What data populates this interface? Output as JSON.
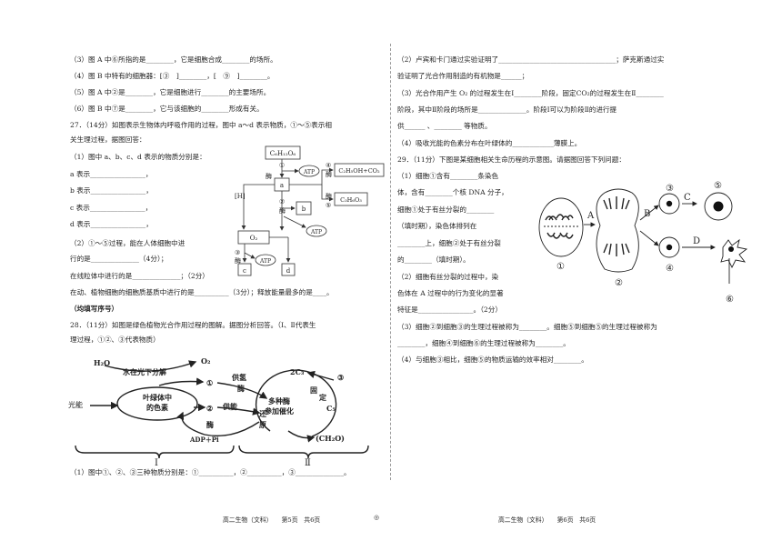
{
  "left": {
    "q26_3": "（3）图 A 中⑥所指的是________，它是细胞合成________的场所。",
    "q26_4": "（4）图 B 中特有的细胞器：[③　]________，[　⑨　]________。",
    "q26_5": "（5）图 A 中②是________，它是细胞进行________的主要场所。",
    "q26_6": "（6）图 B 中⑦是________，它与该细胞的________形成有关。",
    "q27_intro1": "27．（14分）如图表示生物体内呼吸作用的过程，图中 a～d 表示物质，①～⑤表示相",
    "q27_intro2": "关生理过程，据图回答：",
    "q27_1": "（1）图中 a、b、c、d 表示的物质分别是：",
    "q27_a": "a 表示________________，",
    "q27_b": "b 表示________________，",
    "q27_c": "c 表示________________，",
    "q27_d": "d 表示________________，",
    "q27_2a": "（2）①～⑤过程，能在人体细胞中进",
    "q27_2b": "行的是______________（4分）；",
    "q27_2c": "在线粒体中进行的是______________；（2分）",
    "q27_2d": "在动、植物细胞的细胞质基质中进行的是__________（3分）；释放能量最多的是____。",
    "q27_note": "（均填写序号）",
    "q28_intro1": "28．（11分）如图是绿色植物光合作用过程的图解。据图分析回答。（Ⅰ、Ⅱ代表生",
    "q28_intro2": "理过程，①②、③代表物质）",
    "q28_1": "（1）图中①、②、③三种物质分别是：①__________，②__________，③______________。",
    "footer": "高二生物（文科）　　第5页　共6页"
  },
  "right": {
    "q28_2a": "（2）卢宾和卡门通过实验证明了__________________________________；萨克斯通过实",
    "q28_2b": "验证明了光合作用制造的有机物是______；",
    "q28_3a": "（3）光合作用产生 O₂ 的过程发生在Ⅰ________阶段，固定CO₂的过程发生在Ⅱ________",
    "q28_3b": "阶段，其中Ⅱ阶段的场所是______________。阶段Ⅰ可以为阶段Ⅱ的进行提",
    "q28_3c": "供______ 、________ 等物质。",
    "q28_4": "（4）吸收光能的色素分布在叶绿体的____________薄膜上。",
    "q29_intro": "29．（11分）下图是某细胞相关生命历程的示意图。请据图回答下列问题：",
    "q29_1a": "（1）细胞①含有________条染色",
    "q29_1b": "体，含有________个核 DNA 分子，",
    "q29_1c": "细胞①处于有丝分裂的________",
    "q29_1d": "（填时期），染色体排列在",
    "q29_1e": "________上，细胞②处于有丝分裂",
    "q29_1f": "的________（填时期）。",
    "q29_2a": "（2）细胞有丝分裂的过程中，染",
    "q29_2b": "色体在 A 过程中的行为变化的显著",
    "q29_2c": "特征是________________。（2分）",
    "q29_3a": "（3）细胞②到细胞③的生理过程被称为________。细胞⑤到细胞⑤的生理过程被称为",
    "q29_3b": "________，细胞④到细胞⑥的生理过程被称为________。",
    "q29_4": "（4）与细胞③相比，细胞⑤的物质运输的效率相对________。",
    "footer": "高二生物（文科）　　第6页　共6页"
  },
  "footer_mark": "◎",
  "fig27": {
    "glucose": "C₆H₁₂O₆",
    "n1": "①",
    "n2": "②",
    "n3": "③",
    "n4": "④",
    "n5": "⑤",
    "enzyme": "酶",
    "a": "a",
    "b": "b",
    "c": "c",
    "d": "d",
    "H": "[H]",
    "O2": "O₂",
    "ATP": "ATP",
    "alcohol": "C₂H₅OH+CO₂",
    "lactic": "C₃H₆O₃"
  },
  "fig28": {
    "h2o": "H₂O",
    "split": "水在光下分解",
    "o2": "O₂",
    "c1": "①",
    "c2": "②",
    "c3": "③",
    "light": "光能",
    "pigment1": "叶绿体中",
    "pigment2": "的色素",
    "supply_h": "供氢",
    "supply_e": "供能",
    "enzyme": "酶",
    "adp": "ADP＋Pi",
    "c3mol": "2C₃",
    "fix1": "固",
    "fix2": "定",
    "c5": "C₅",
    "multi1": "多种酶",
    "multi2": "参加催化",
    "reduce1": "还",
    "reduce2": "原",
    "ch2o": "(CH₂O)",
    "stage1": "Ⅰ",
    "stage2": "Ⅱ"
  },
  "fig29": {
    "A": "A",
    "B": "B",
    "C": "C",
    "D": "D",
    "c1": "①",
    "c2": "②",
    "c3": "③",
    "c4": "④",
    "c5": "⑤",
    "c6": "⑥"
  }
}
